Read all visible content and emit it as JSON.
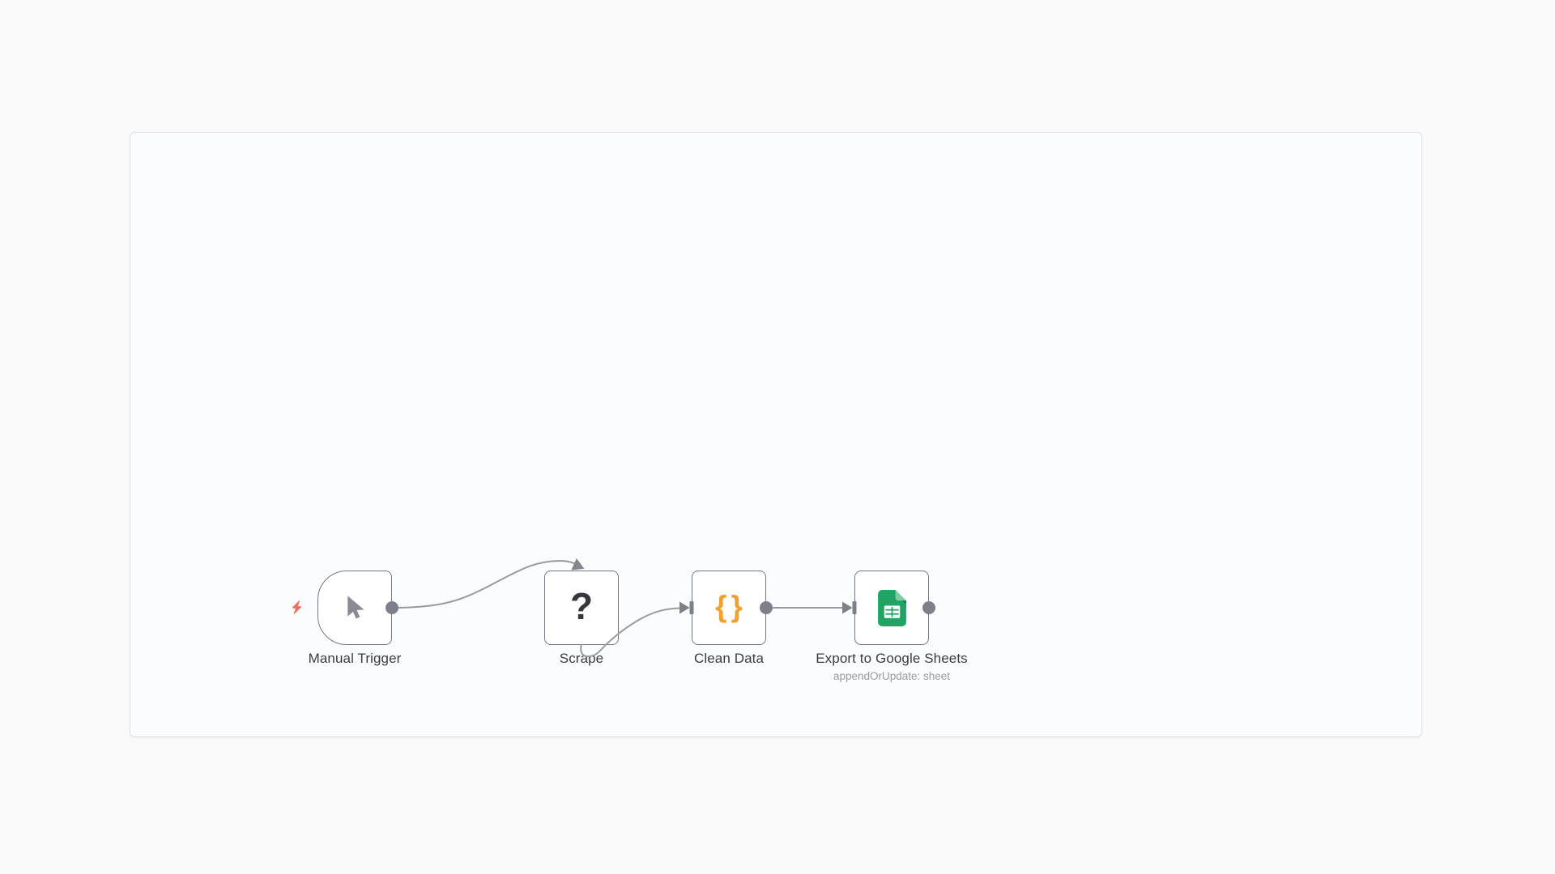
{
  "canvas": {
    "nodes": [
      {
        "id": "manual-trigger",
        "label": "Manual Trigger",
        "icon": "cursor-icon"
      },
      {
        "id": "scrape",
        "label": "Scrape",
        "icon": "question-mark-icon",
        "icon_glyph": "?"
      },
      {
        "id": "clean-data",
        "label": "Clean Data",
        "icon": "curly-braces-icon",
        "icon_glyph": "{}"
      },
      {
        "id": "export-google-sheets",
        "label": "Export to Google Sheets",
        "sublabel": "appendOrUpdate: sheet",
        "icon": "google-sheets-icon"
      }
    ],
    "connections": [
      {
        "from": "Manual Trigger",
        "to": "Scrape"
      },
      {
        "from": "Scrape",
        "to": "Clean Data"
      },
      {
        "from": "Clean Data",
        "to": "Export to Google Sheets"
      }
    ],
    "colors": {
      "page_bg": "#fafafa",
      "canvas_bg": "#fbfcfd",
      "node_border": "#767680",
      "connector_line": "#9a9aa2",
      "endpoint_gray": "#7f7f89",
      "label_text": "#3b3b41",
      "sublabel_text": "#9b9ba1",
      "trigger_bolt": "#ee7262",
      "braces_orange": "#f0a132",
      "sheets_green": "#1fa463",
      "question_dark": "#36363c",
      "cursor_gray": "#8a8a92"
    }
  }
}
